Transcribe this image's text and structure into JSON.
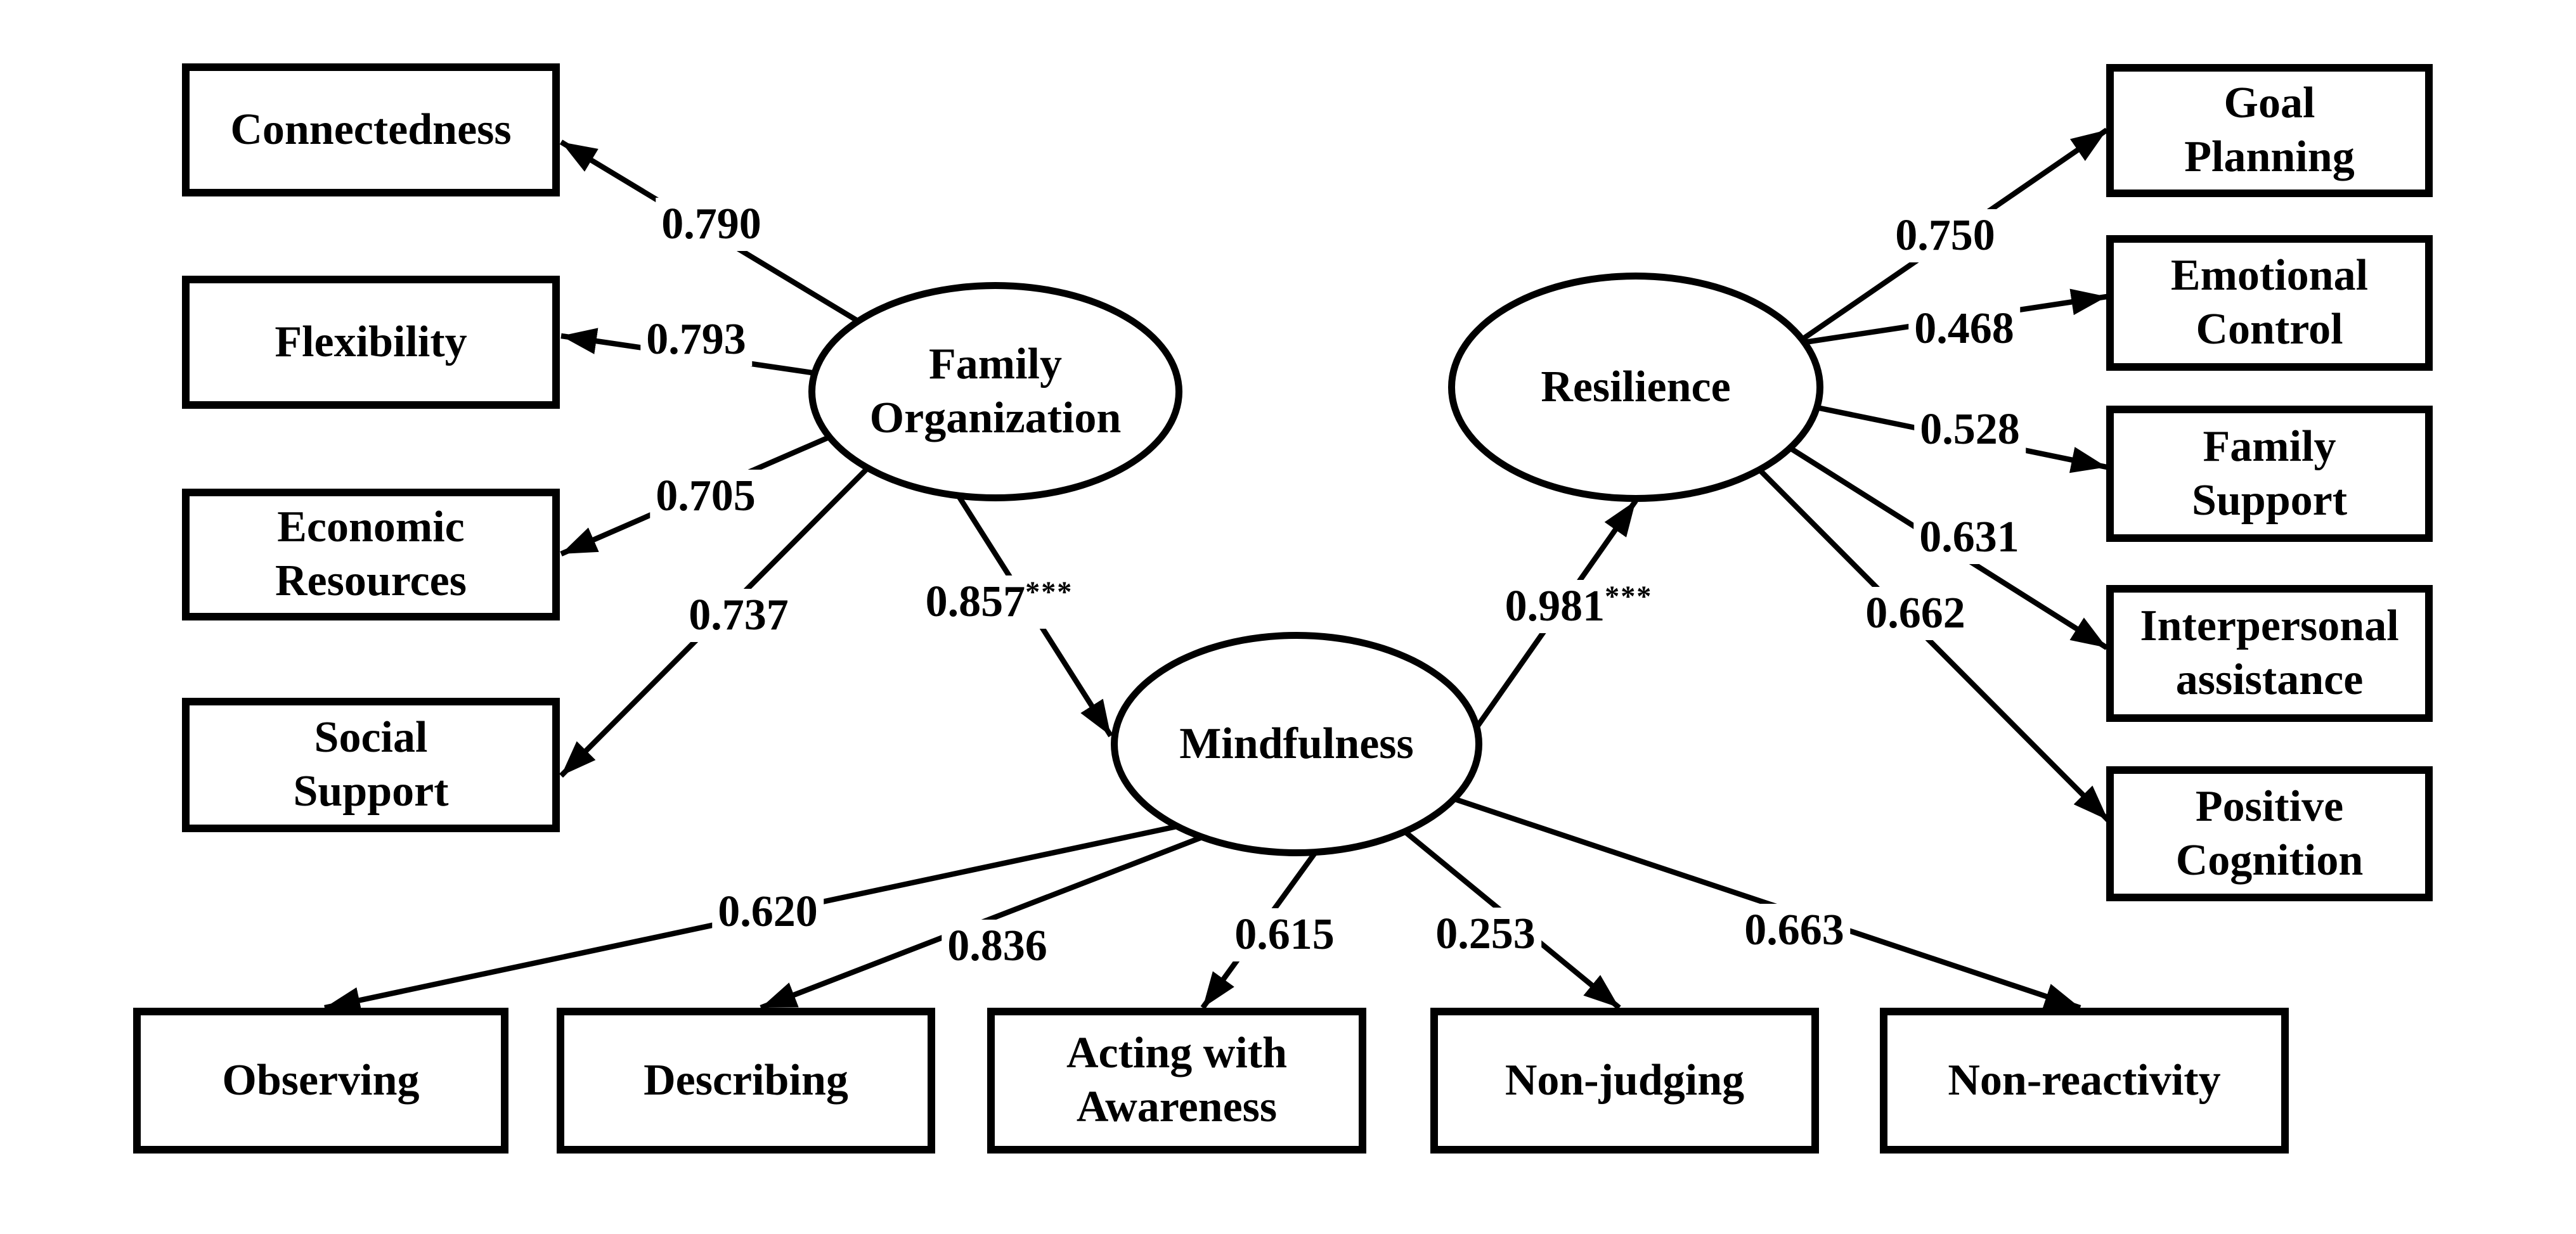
{
  "figure": {
    "type": "structural-equation-model-path-diagram",
    "background_color": "#ffffff",
    "ink_color": "#000000"
  },
  "nodes": {
    "family_organization": {
      "label": "Family\nOrganization",
      "shape": "ellipse",
      "role": "latent"
    },
    "resilience": {
      "label": "Resilience",
      "shape": "ellipse",
      "role": "latent"
    },
    "mindfulness": {
      "label": "Mindfulness",
      "shape": "ellipse",
      "role": "latent"
    },
    "connectedness": {
      "label": "Connectedness",
      "shape": "rectangle",
      "role": "indicator"
    },
    "flexibility": {
      "label": "Flexibility",
      "shape": "rectangle",
      "role": "indicator"
    },
    "economic_resources": {
      "label": "Economic\nResources",
      "shape": "rectangle",
      "role": "indicator"
    },
    "social_support": {
      "label": "Social\nSupport",
      "shape": "rectangle",
      "role": "indicator"
    },
    "goal_planning": {
      "label": "Goal\nPlanning",
      "shape": "rectangle",
      "role": "indicator"
    },
    "emotional_control": {
      "label": "Emotional\nControl",
      "shape": "rectangle",
      "role": "indicator"
    },
    "family_support": {
      "label": "Family\nSupport",
      "shape": "rectangle",
      "role": "indicator"
    },
    "interpersonal_assistance": {
      "label": "Interpersonal\nassistance",
      "shape": "rectangle",
      "role": "indicator"
    },
    "positive_cognition": {
      "label": "Positive\nCognition",
      "shape": "rectangle",
      "role": "indicator"
    },
    "observing": {
      "label": "Observing",
      "shape": "rectangle",
      "role": "indicator"
    },
    "describing": {
      "label": "Describing",
      "shape": "rectangle",
      "role": "indicator"
    },
    "acting_with_awareness": {
      "label": "Acting with\nAwareness",
      "shape": "rectangle",
      "role": "indicator"
    },
    "non_judging": {
      "label": "Non-judging",
      "shape": "rectangle",
      "role": "indicator"
    },
    "non_reactivity": {
      "label": "Non-reactivity",
      "shape": "rectangle",
      "role": "indicator"
    }
  },
  "edges": {
    "fo_connectedness": {
      "from": "family_organization",
      "to": "connectedness",
      "value": "0.790"
    },
    "fo_flexibility": {
      "from": "family_organization",
      "to": "flexibility",
      "value": "0.793"
    },
    "fo_economic": {
      "from": "family_organization",
      "to": "economic_resources",
      "value": "0.705"
    },
    "fo_social": {
      "from": "family_organization",
      "to": "social_support",
      "value": "0.737"
    },
    "fo_mindfulness": {
      "from": "family_organization",
      "to": "mindfulness",
      "value": "0.857",
      "sig": "***"
    },
    "mind_resilience": {
      "from": "mindfulness",
      "to": "resilience",
      "value": "0.981",
      "sig": "***"
    },
    "res_goal": {
      "from": "resilience",
      "to": "goal_planning",
      "value": "0.750"
    },
    "res_emotional": {
      "from": "resilience",
      "to": "emotional_control",
      "value": "0.468"
    },
    "res_famsupport": {
      "from": "resilience",
      "to": "family_support",
      "value": "0.528"
    },
    "res_interpersonal": {
      "from": "resilience",
      "to": "interpersonal_assistance",
      "value": "0.631"
    },
    "res_positive": {
      "from": "resilience",
      "to": "positive_cognition",
      "value": "0.662"
    },
    "mind_observing": {
      "from": "mindfulness",
      "to": "observing",
      "value": "0.620"
    },
    "mind_describing": {
      "from": "mindfulness",
      "to": "describing",
      "value": "0.836"
    },
    "mind_acting": {
      "from": "mindfulness",
      "to": "acting_with_awareness",
      "value": "0.615"
    },
    "mind_nonjudging": {
      "from": "mindfulness",
      "to": "non_judging",
      "value": "0.253"
    },
    "mind_nonreactivity": {
      "from": "mindfulness",
      "to": "non_reactivity",
      "value": "0.663"
    }
  }
}
